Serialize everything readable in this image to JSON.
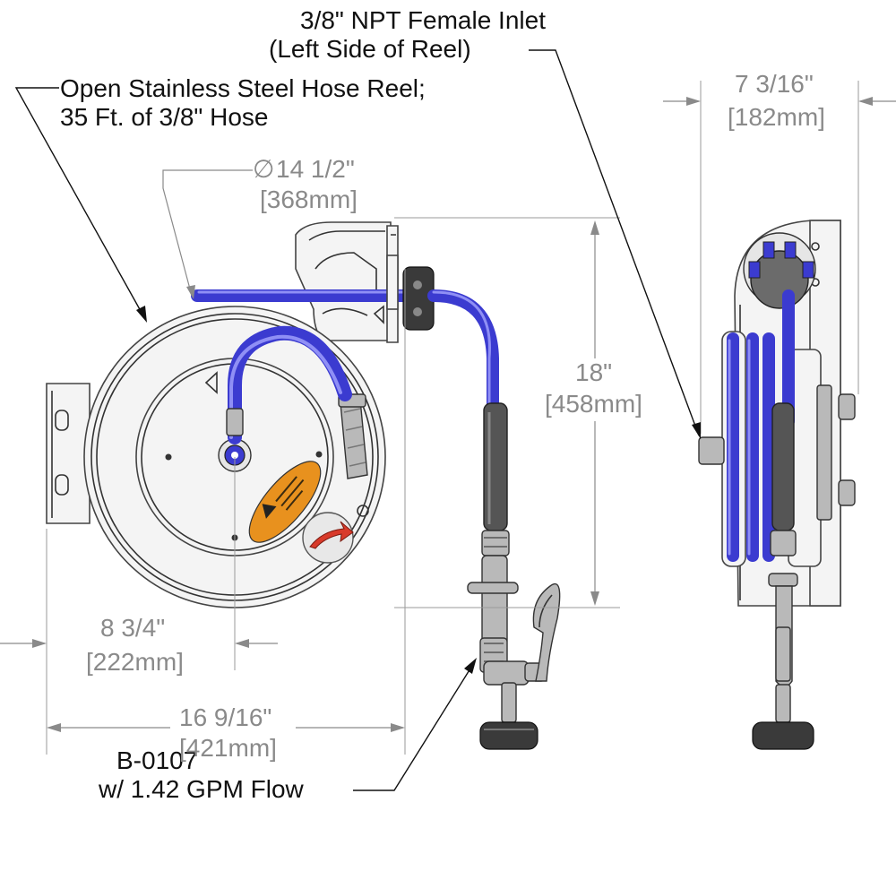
{
  "callouts": {
    "reel": [
      "Open Stainless Steel Hose Reel;",
      "35 Ft. of 3/8\" Hose"
    ],
    "inlet": [
      "3/8\" NPT Female Inlet",
      "(Left Side of Reel)"
    ],
    "valve": [
      "B-0107",
      "w/ 1.42 GPM Flow"
    ]
  },
  "dimensions": {
    "diameter": {
      "imperial": "14 1/2\"",
      "metric": "[368mm]"
    },
    "height": {
      "imperial": "18\"",
      "metric": "[458mm]"
    },
    "side_width": {
      "imperial": "7 3/16\"",
      "metric": "[182mm]"
    },
    "center_offset": {
      "imperial": "8 3/4\"",
      "metric": "[222mm]"
    },
    "overall_width": {
      "imperial": "16 9/16\"",
      "metric": "[421mm]"
    }
  },
  "symbols": {
    "diameter": "∅"
  },
  "colors": {
    "hose": "#3b3bd0",
    "caution_label": "#e8911e",
    "arrow_red": "#d83a2a"
  }
}
